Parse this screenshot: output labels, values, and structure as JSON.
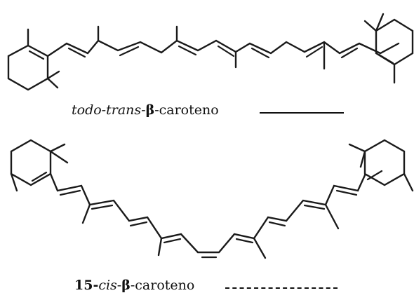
{
  "figure": {
    "top_structure": {
      "caption_prefix": "todo-trans-",
      "caption_greek": "β",
      "caption_suffix": "-caroteno"
    },
    "bottom_structure": {
      "caption_number": "15-",
      "caption_italic": "cis",
      "caption_dash": "-",
      "caption_greek": "β",
      "caption_suffix": "-caroteno"
    }
  }
}
